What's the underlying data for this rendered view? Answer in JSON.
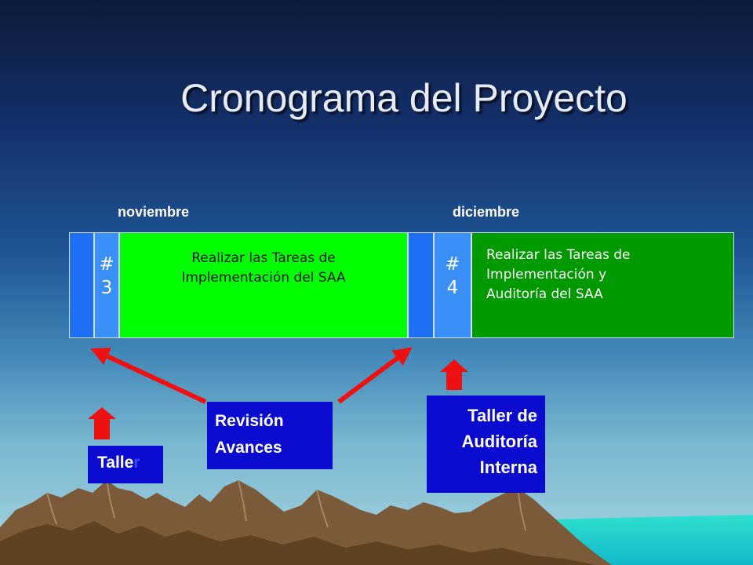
{
  "slide": {
    "title": "Cronograma del Proyecto",
    "months": [
      "noviembre",
      "diciembre"
    ],
    "timeline": {
      "marker_1": {
        "symbol": "#",
        "number": "3"
      },
      "task_1": "Realizar las Tareas de Implementación del SAA",
      "marker_2": {
        "symbol": "#",
        "number": "4"
      },
      "task_2": {
        "lines": [
          "Realizar las Tareas de",
          "Implementación y",
          "Auditoría del SAA"
        ]
      }
    },
    "boxes": {
      "taller_1": {
        "visible": "Talle",
        "faded": "r"
      },
      "revision": [
        "Revisión",
        "Avances"
      ],
      "taller_2": [
        "Taller de",
        "Auditoría",
        "Interna"
      ]
    }
  },
  "colors": {
    "box_blue": "#0b0bd0",
    "arrow_red": "#ee1111",
    "task_green_light": "#00ff00",
    "task_green_dark": "#009900",
    "segment_blue": "#1e6ff2"
  }
}
